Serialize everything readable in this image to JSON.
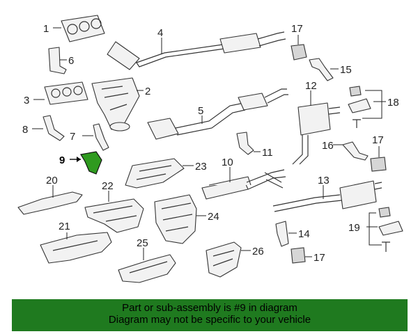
{
  "callouts": {
    "c1": "1",
    "c2": "2",
    "c3": "3",
    "c4": "4",
    "c5": "5",
    "c6": "6",
    "c7": "7",
    "c8": "8",
    "c9": "9",
    "c10": "10",
    "c11": "11",
    "c12": "12",
    "c13": "13",
    "c14": "14",
    "c15": "15",
    "c16": "16",
    "c17a": "17",
    "c17b": "17",
    "c17c": "17",
    "c18": "18",
    "c19": "19",
    "c20": "20",
    "c21": "21",
    "c22": "22",
    "c23": "23",
    "c24": "24",
    "c25": "25",
    "c26": "26"
  },
  "highlighted_part": "9",
  "colors": {
    "highlight": "#2f9a1f",
    "banner": "#1f7a1f"
  },
  "banner": {
    "line1": "Part or sub-assembly is #9 in diagram",
    "line2": "Diagram may not be specific to your vehicle"
  }
}
